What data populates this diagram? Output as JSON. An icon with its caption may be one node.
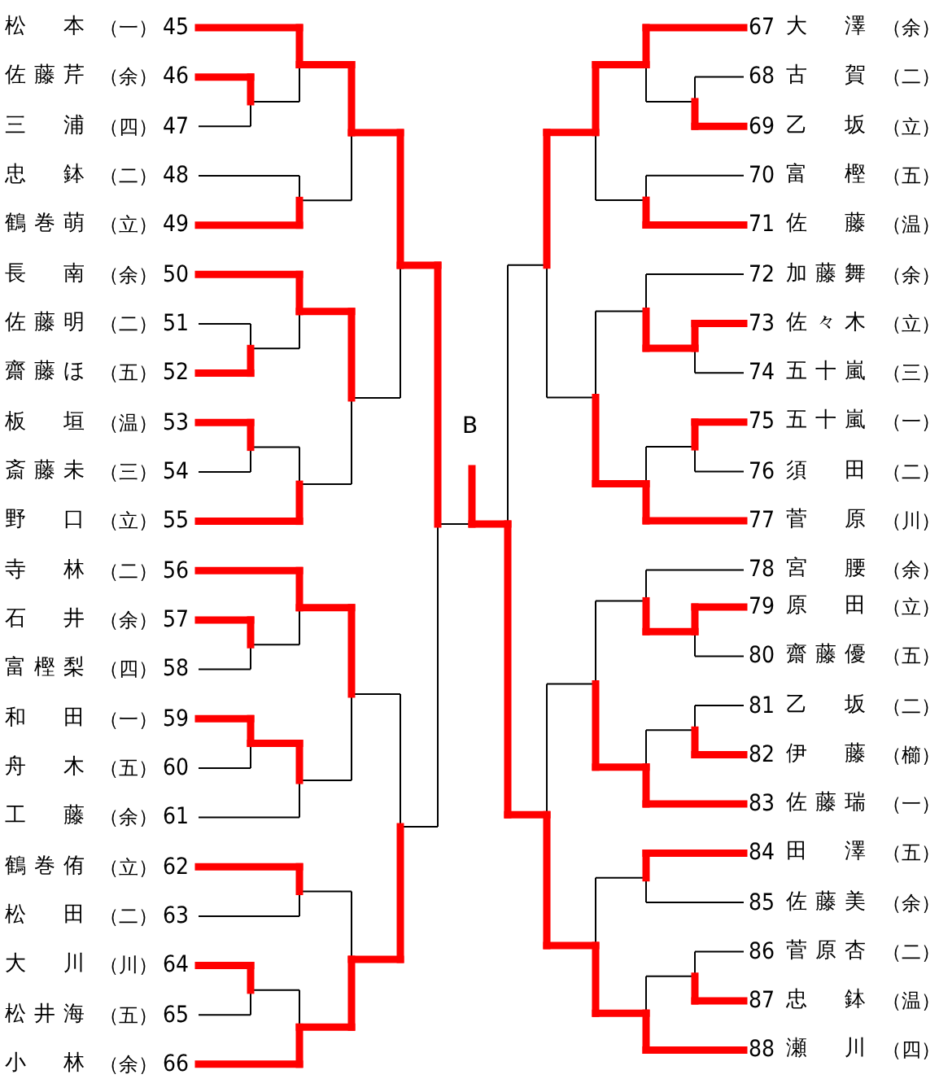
{
  "diagram": {
    "nodes": [
      {
        "text": [
          "松　本",
          "（一）",
          "45"
        ]
      },
      {
        "text": [
          "佐藤芹",
          "（余）",
          "46"
        ]
      },
      {
        "text": [
          "三　浦",
          "（四）",
          "47"
        ]
      },
      {
        "text": [
          "忠　鉢",
          "（二）",
          "48"
        ]
      },
      {
        "text": [
          "鶴巻萌",
          "（立）",
          "49"
        ]
      },
      {
        "text": [
          "長　南",
          "（余）",
          "50"
        ]
      },
      {
        "text": [
          "佐藤明",
          "（二）",
          "51"
        ]
      },
      {
        "text": [
          "齋藤ほ",
          "（五）",
          "52"
        ]
      },
      {
        "text": [
          "板　垣",
          "（温）",
          "53"
        ]
      },
      {
        "text": [
          "斎藤未",
          "（三）",
          "54"
        ]
      },
      {
        "text": [
          "野　口",
          "（立）",
          "55"
        ]
      },
      {
        "text": [
          "寺　林",
          "（二）",
          "56"
        ]
      },
      {
        "text": [
          "石　井",
          "（余）",
          "57"
        ]
      },
      {
        "text": [
          "富樫梨",
          "（四）",
          "58"
        ]
      },
      {
        "text": [
          "和　田",
          "（一）",
          "59"
        ]
      },
      {
        "text": [
          "舟　木",
          "（五）",
          "60"
        ]
      },
      {
        "text": [
          "工　藤",
          "（余）",
          "61"
        ]
      },
      {
        "text": [
          "鶴巻侑",
          "（立）",
          "62"
        ]
      },
      {
        "text": [
          "松　田",
          "（二）",
          "63"
        ]
      },
      {
        "text": [
          "大　川",
          "（川）",
          "64"
        ]
      },
      {
        "text": [
          "松井海",
          "（五）",
          "65"
        ]
      },
      {
        "text": [
          "小　林",
          "（余）",
          "66"
        ]
      },
      {
        "text": [
          "67",
          "大　澤",
          "（余）"
        ]
      },
      {
        "text": [
          "68",
          "古　賀",
          "（二）"
        ]
      },
      {
        "text": [
          "69",
          "乙　坂",
          "（立）"
        ]
      },
      {
        "text": [
          "70",
          "富　樫",
          "（五）"
        ]
      },
      {
        "text": [
          "71",
          "佐　藤",
          "（温）"
        ]
      },
      {
        "text": [
          "72",
          "加藤舞",
          "（余）"
        ]
      },
      {
        "text": [
          "73",
          "佐々木",
          "（立）"
        ]
      },
      {
        "text": [
          "74",
          "五十嵐",
          "（三）"
        ]
      },
      {
        "text": [
          "75",
          "五十嵐",
          "（一）"
        ]
      },
      {
        "text": [
          "76",
          "須　田",
          "（二）"
        ]
      },
      {
        "text": [
          "77",
          "菅　原",
          "（川）"
        ]
      },
      {
        "text": [
          "78",
          "宮　腰",
          "（余）"
        ]
      },
      {
        "text": [
          "79",
          "原　田",
          "（立）"
        ]
      },
      {
        "text": [
          "80",
          "齋藤優",
          "（五）"
        ]
      },
      {
        "text": [
          "81",
          "乙　坂",
          "（二）"
        ]
      },
      {
        "text": [
          "82",
          "伊　藤",
          "（櫛）"
        ]
      },
      {
        "text": [
          "83",
          "佐藤瑞",
          "（一）"
        ]
      },
      {
        "text": [
          "84",
          "田　澤",
          "（五）"
        ]
      },
      {
        "text": [
          "85",
          "佐藤美",
          "（余）"
        ]
      },
      {
        "text": [
          "86",
          "菅原杏",
          "（二）"
        ]
      },
      {
        "text": [
          "87",
          "忠　鉢",
          "（温）"
        ]
      },
      {
        "text": [
          "88",
          "瀬　川",
          "（四）"
        ]
      }
    ],
    "labels": [
      "B"
    ]
  }
}
